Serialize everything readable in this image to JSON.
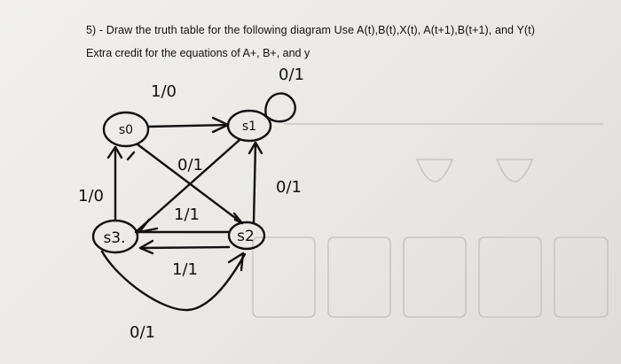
{
  "question": {
    "line1": "5) - Draw the truth table for the following diagram  Use A(t),B(t),X(t), A(t+1),B(t+1), and Y(t)",
    "line2": "Extra credit for the equations of A+, B+, and y"
  },
  "states": {
    "s0": "s0",
    "s1": "s1",
    "s2": "s2",
    "s3": "s3."
  },
  "transitions": {
    "s0_to_s1": "1/0",
    "s1_self_loop": "0/1",
    "s1_to_s3": "0/1",
    "s0_to_s2": "1/1",
    "s2_to_s1": "0/1",
    "s3_to_s0": "1/0",
    "s2_to_s3": "1/1",
    "s3_to_s2": "0/1"
  }
}
